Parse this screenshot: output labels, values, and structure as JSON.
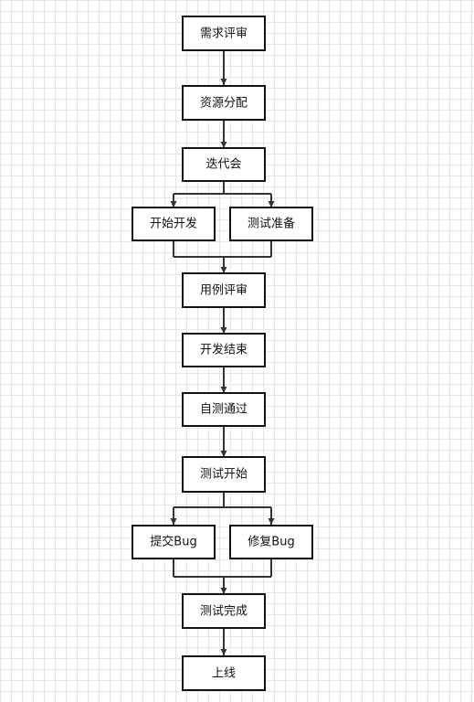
{
  "nodes": {
    "req_review": "需求评审",
    "resource": "资源分配",
    "iteration": "迭代会",
    "dev_start": "开始开发",
    "test_prep": "测试准备",
    "case_review": "用例评审",
    "dev_end": "开发结束",
    "self_test": "自测通过",
    "test_start": "测试开始",
    "submit_bug": "提交Bug",
    "fix_bug": "修复Bug",
    "test_done": "测试完成",
    "launch": "上线"
  }
}
